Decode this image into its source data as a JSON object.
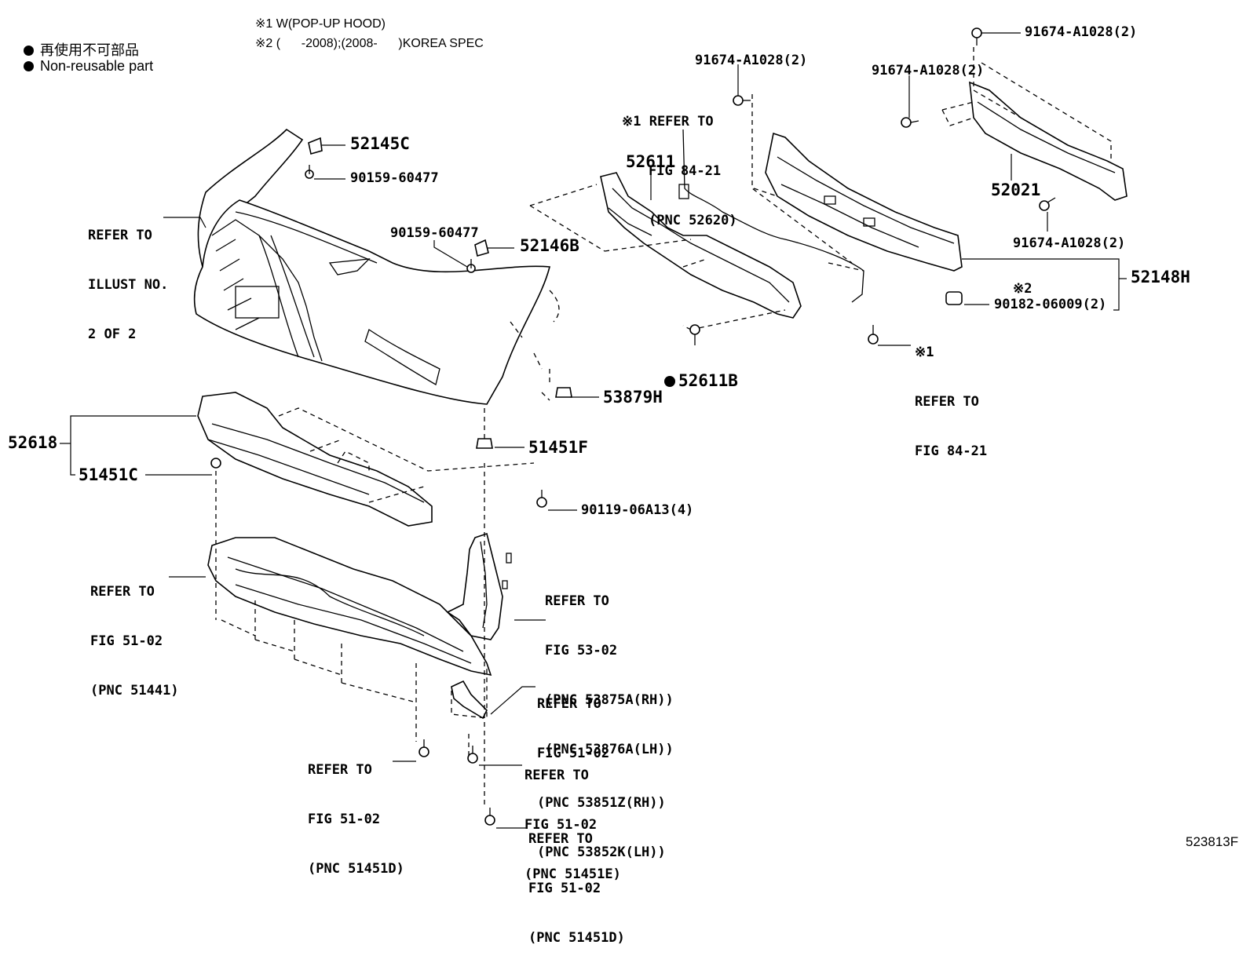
{
  "notes": {
    "note1": "※1 W(POP-UP HOOD)",
    "note2": "※2 (      -2008);(2008-      )KOREA SPEC"
  },
  "legend": {
    "jp": "再使用不可部品",
    "en": "Non-reusable part"
  },
  "labels": {
    "p52145C": "52145C",
    "p90159_a": "90159-60477",
    "refer_illust": [
      "REFER TO",
      "ILLUST NO.",
      "2 OF 2"
    ],
    "p90159_b": "90159-60477",
    "p52146B": "52146B",
    "p52611": "52611",
    "refer_8421_top": [
      "※1 REFER TO",
      "FIG 84-21",
      "(PNC 52620)"
    ],
    "p91674_a": "91674-A1028(2)",
    "p91674_b": "91674-A1028(2)",
    "p91674_c": "91674-A1028(2)",
    "p91674_d": "91674-A1028(2)",
    "p52021": "52021",
    "p52148H": "52148H",
    "mark2": "※2",
    "p90182": "90182-06009(2)",
    "refer_8421_bot": [
      "※1",
      "REFER TO",
      "FIG 84-21"
    ],
    "p52611B": "52611B",
    "p53879H": "53879H",
    "p52618": "52618",
    "p51451F": "51451F",
    "p51451C": "51451C",
    "p90119": "90119-06A13(4)",
    "refer_51441": [
      "REFER TO",
      "FIG 51-02",
      "(PNC 51441)"
    ],
    "refer_5302": [
      "REFER TO",
      "FIG 53-02",
      "(PNC 53875A(RH))",
      "(PNC 53876A(LH))"
    ],
    "refer_538": [
      "REFER TO",
      "FIG 51-02",
      "(PNC 53851Z(RH))",
      "(PNC 53852K(LH))"
    ],
    "refer_51451D_a": [
      "REFER TO",
      "FIG 51-02",
      "(PNC 51451D)"
    ],
    "refer_51451E": [
      "REFER TO",
      "FIG 51-02",
      "(PNC 51451E)"
    ],
    "refer_51451D_b": [
      "REFER TO",
      "FIG 51-02",
      "(PNC 51451D)"
    ],
    "illust_no": "523813F"
  }
}
